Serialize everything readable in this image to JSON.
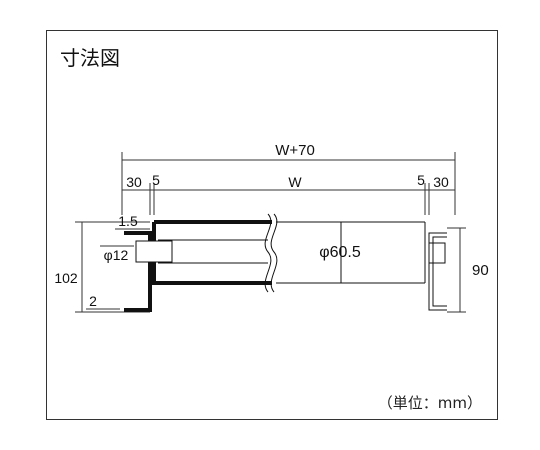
{
  "title": "寸法図",
  "unit_note": "（単位：mm）",
  "dimensions": {
    "total_width": "W+70",
    "width": "W",
    "left_offset": "30",
    "left_gap": "5",
    "right_gap": "5",
    "right_offset": "30",
    "thickness": "1.5",
    "shaft_diameter": "φ12",
    "height": "102",
    "bottom_thickness": "2",
    "roller_diameter": "φ60.5",
    "bracket_height": "90"
  }
}
